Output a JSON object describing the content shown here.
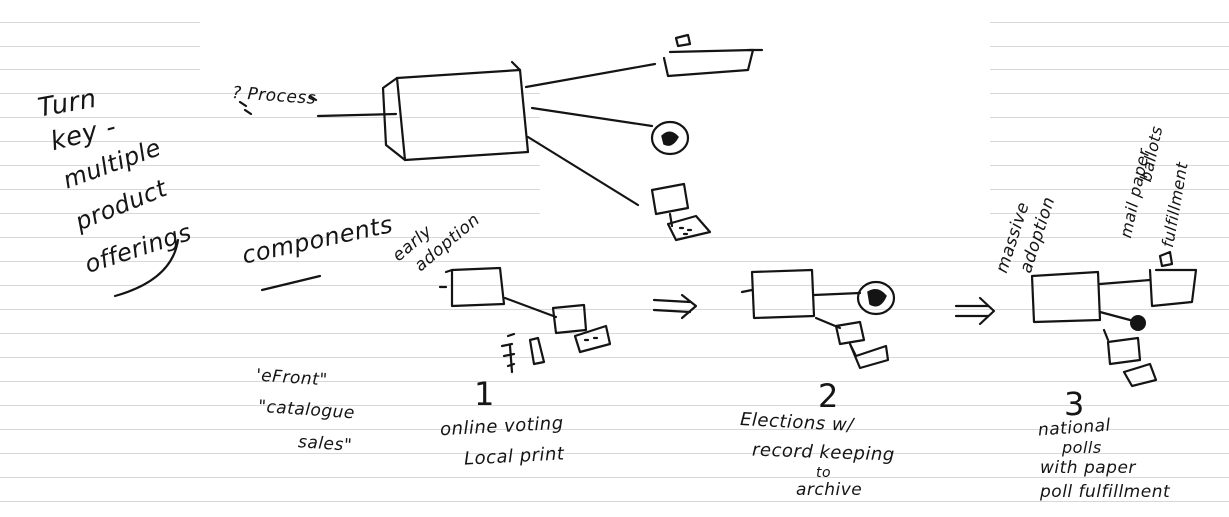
{
  "notes": {
    "turnkey": [
      "Turn",
      "key -",
      "multiple",
      "product",
      "offerings"
    ],
    "process_label": "? Process",
    "components_label": "components",
    "early_adoption": [
      "early",
      "adoption"
    ],
    "massive_adoption": [
      "massive",
      "adoption"
    ],
    "mail_paper": [
      "mail paper",
      "ballots",
      "fulfillment"
    ],
    "efront": "'eFront\"",
    "catalogue": "\"catalogue",
    "sales": "sales\""
  },
  "stages": [
    {
      "number": "1",
      "lines": [
        "online voting",
        "Local print"
      ]
    },
    {
      "number": "2",
      "lines": [
        "Elections w/",
        "record keeping",
        "to",
        "archive"
      ]
    },
    {
      "number": "3",
      "lines": [
        "national",
        "polls",
        "with paper",
        "poll fulfillment"
      ]
    }
  ],
  "arrows": [
    "⇒",
    "⇒"
  ]
}
